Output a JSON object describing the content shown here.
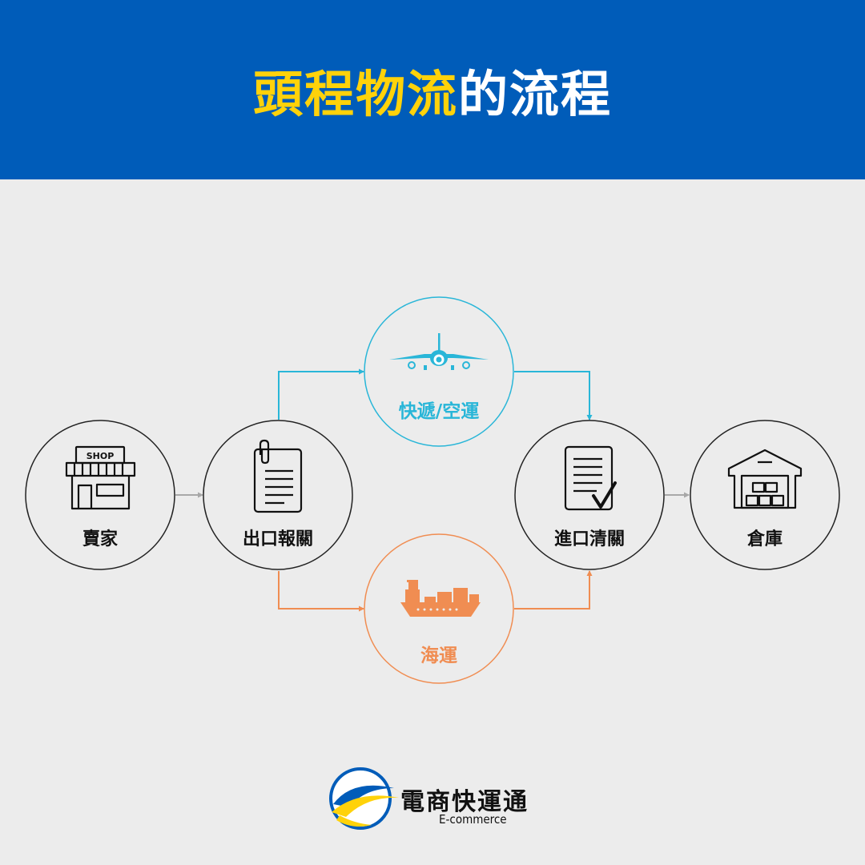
{
  "header": {
    "title_highlight": "頭程物流",
    "title_rest": "的流程"
  },
  "nodes": {
    "seller": {
      "label": "賣家",
      "icon": "shop-icon",
      "sign": "SHOP"
    },
    "export": {
      "label": "出口報關",
      "icon": "document-clip-icon"
    },
    "import": {
      "label": "進口清關",
      "icon": "document-check-icon"
    },
    "warehouse": {
      "label": "倉庫",
      "icon": "warehouse-icon"
    }
  },
  "routes": {
    "air": {
      "label": "快遞/空運",
      "icon": "airplane-icon"
    },
    "sea": {
      "label": "海運",
      "icon": "cargo-ship-icon"
    }
  },
  "logo": {
    "name": "電商快運通",
    "subtitle": "E-commerce"
  },
  "colors": {
    "header_bg": "#005cb9",
    "title_highlight": "#ffd20a",
    "air": "#29b6d8",
    "sea": "#f08d52",
    "connector": "#a8a8a8"
  }
}
